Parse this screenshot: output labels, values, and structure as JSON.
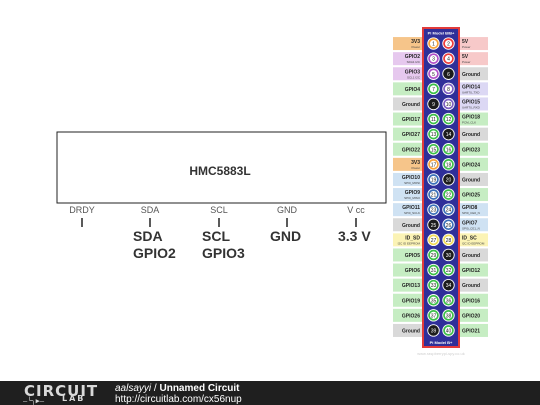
{
  "chip": {
    "name": "HMC5883L",
    "pins": [
      {
        "label": "DRDY",
        "conn": ""
      },
      {
        "label": "SDA",
        "conn": "SDA\nGPIO2"
      },
      {
        "label": "SCL",
        "conn": "SCL\nGPIO3"
      },
      {
        "label": "GND",
        "conn": "GND"
      },
      {
        "label": "V cc",
        "conn": "3.3 V"
      }
    ]
  },
  "header": {
    "top_label": "Pi Model B/B+",
    "bottom_label": "Pi Model B+",
    "watermark": "www.raspberrypi-spy.co.uk",
    "rows": [
      {
        "n": [
          1,
          2
        ],
        "left": {
          "name": "3V3",
          "sub": "Power"
        },
        "right": {
          "name": "5V",
          "sub": "Power"
        },
        "ltype": "power3v3",
        "rtype": "power5v",
        "lpin": "power3v3",
        "rpin": "power5v"
      },
      {
        "n": [
          3,
          4
        ],
        "left": {
          "name": "GPIO2",
          "sub": "SDA1 I2C"
        },
        "right": {
          "name": "5V",
          "sub": "Power"
        },
        "ltype": "i2c",
        "rtype": "power5v",
        "lpin": "i2c",
        "rpin": "power5v"
      },
      {
        "n": [
          5,
          6
        ],
        "left": {
          "name": "GPIO3",
          "sub": "SCL1 I2C"
        },
        "right": {
          "name": "Ground",
          "sub": ""
        },
        "ltype": "i2c",
        "rtype": "ground",
        "lpin": "i2c",
        "rpin": "ground"
      },
      {
        "n": [
          7,
          8
        ],
        "left": {
          "name": "GPIO4",
          "sub": ""
        },
        "right": {
          "name": "GPIO14",
          "sub": "UART0_TXD"
        },
        "ltype": "gpio",
        "rtype": "uart",
        "lpin": "gpio",
        "rpin": "uart"
      },
      {
        "n": [
          9,
          10
        ],
        "left": {
          "name": "Ground",
          "sub": ""
        },
        "right": {
          "name": "GPIO15",
          "sub": "UART0_RXD"
        },
        "ltype": "ground",
        "rtype": "uart",
        "lpin": "ground",
        "rpin": "uart"
      },
      {
        "n": [
          11,
          12
        ],
        "left": {
          "name": "GPIO17",
          "sub": ""
        },
        "right": {
          "name": "GPIO18",
          "sub": "PCM_CLK"
        },
        "ltype": "gpio",
        "rtype": "gpio",
        "lpin": "gpio",
        "rpin": "gpio"
      },
      {
        "n": [
          13,
          14
        ],
        "left": {
          "name": "GPIO27",
          "sub": ""
        },
        "right": {
          "name": "Ground",
          "sub": ""
        },
        "ltype": "gpio",
        "rtype": "ground",
        "lpin": "gpio",
        "rpin": "ground"
      },
      {
        "n": [
          15,
          16
        ],
        "left": {
          "name": "GPIO22",
          "sub": ""
        },
        "right": {
          "name": "GPIO23",
          "sub": ""
        },
        "ltype": "gpio",
        "rtype": "gpio",
        "lpin": "gpio",
        "rpin": "gpio"
      },
      {
        "n": [
          17,
          18
        ],
        "left": {
          "name": "3V3",
          "sub": "Power"
        },
        "right": {
          "name": "GPIO24",
          "sub": ""
        },
        "ltype": "power3v3",
        "rtype": "gpio",
        "lpin": "power3v3",
        "rpin": "gpio"
      },
      {
        "n": [
          19,
          20
        ],
        "left": {
          "name": "GPIO10",
          "sub": "SPI0_MOSI"
        },
        "right": {
          "name": "Ground",
          "sub": ""
        },
        "ltype": "spi",
        "rtype": "ground",
        "lpin": "spi",
        "rpin": "ground"
      },
      {
        "n": [
          21,
          22
        ],
        "left": {
          "name": "GPIO9",
          "sub": "SPI0_MISO"
        },
        "right": {
          "name": "GPIO25",
          "sub": ""
        },
        "ltype": "spi",
        "rtype": "gpio",
        "lpin": "spi",
        "rpin": "gpio"
      },
      {
        "n": [
          23,
          24
        ],
        "left": {
          "name": "GPIO11",
          "sub": "SPI0_SCLK"
        },
        "right": {
          "name": "GPIO8",
          "sub": "SPI0_CE0_N"
        },
        "ltype": "spi",
        "rtype": "spi",
        "lpin": "spi",
        "rpin": "spi"
      },
      {
        "n": [
          25,
          26
        ],
        "left": {
          "name": "Ground",
          "sub": ""
        },
        "right": {
          "name": "GPIO7",
          "sub": "SPI0_CE1_N"
        },
        "ltype": "ground",
        "rtype": "spi",
        "lpin": "ground",
        "rpin": "spi"
      },
      {
        "n": [
          27,
          28
        ],
        "left": {
          "name": "ID_SD",
          "sub": "I2C ID EEPROM"
        },
        "right": {
          "name": "ID_SC",
          "sub": "I2C ID EEPROM"
        },
        "ltype": "idsd",
        "rtype": "idsd",
        "lpin": "idsd",
        "rpin": "idsd"
      },
      {
        "n": [
          29,
          30
        ],
        "left": {
          "name": "GPIO5",
          "sub": ""
        },
        "right": {
          "name": "Ground",
          "sub": ""
        },
        "ltype": "gpio",
        "rtype": "ground",
        "lpin": "gpio",
        "rpin": "ground"
      },
      {
        "n": [
          31,
          32
        ],
        "left": {
          "name": "GPIO6",
          "sub": ""
        },
        "right": {
          "name": "GPIO12",
          "sub": ""
        },
        "ltype": "gpio",
        "rtype": "gpio",
        "lpin": "gpio",
        "rpin": "gpio"
      },
      {
        "n": [
          33,
          34
        ],
        "left": {
          "name": "GPIO13",
          "sub": ""
        },
        "right": {
          "name": "Ground",
          "sub": ""
        },
        "ltype": "gpio",
        "rtype": "ground",
        "lpin": "gpio",
        "rpin": "ground"
      },
      {
        "n": [
          35,
          36
        ],
        "left": {
          "name": "GPIO19",
          "sub": ""
        },
        "right": {
          "name": "GPIO16",
          "sub": ""
        },
        "ltype": "gpio",
        "rtype": "gpio",
        "lpin": "gpio",
        "rpin": "gpio"
      },
      {
        "n": [
          37,
          38
        ],
        "left": {
          "name": "GPIO26",
          "sub": ""
        },
        "right": {
          "name": "GPIO20",
          "sub": ""
        },
        "ltype": "gpio",
        "rtype": "gpio",
        "lpin": "gpio",
        "rpin": "gpio"
      },
      {
        "n": [
          39,
          40
        ],
        "left": {
          "name": "Ground",
          "sub": ""
        },
        "right": {
          "name": "GPIO21",
          "sub": ""
        },
        "ltype": "ground",
        "rtype": "gpio",
        "lpin": "ground",
        "rpin": "gpio"
      }
    ]
  },
  "colors": {
    "labels": {
      "power3v3": "#f6c58a",
      "power5v": "#f7c9c9",
      "i2c": "#e6c8ee",
      "gpio": "#c6edc3",
      "ground": "#d9d9d9",
      "uart": "#dcd8f4",
      "spi": "#cfe2f3",
      "idsd": "#fbf3b5"
    },
    "pins": {
      "power3v3": "#f7a238",
      "power5v": "#ec3a3a",
      "i2c": "#b150c8",
      "gpio": "#3cbf48",
      "ground": "#1c1c1c",
      "uart": "#7d5fc2",
      "spi": "#3b6fb8",
      "idsd": "#f2dc5a"
    },
    "header_border": "#e23b3b",
    "header_body": "#2f2f99"
  },
  "footer": {
    "logo_word": "CIRCUIT",
    "logo_lab": "LAB",
    "logo_glyph": "—╰╮▶—",
    "author": "aalsayyi",
    "separator": " / ",
    "title": "Unnamed Circuit",
    "url": "http://circuitlab.com/cx56nup"
  }
}
